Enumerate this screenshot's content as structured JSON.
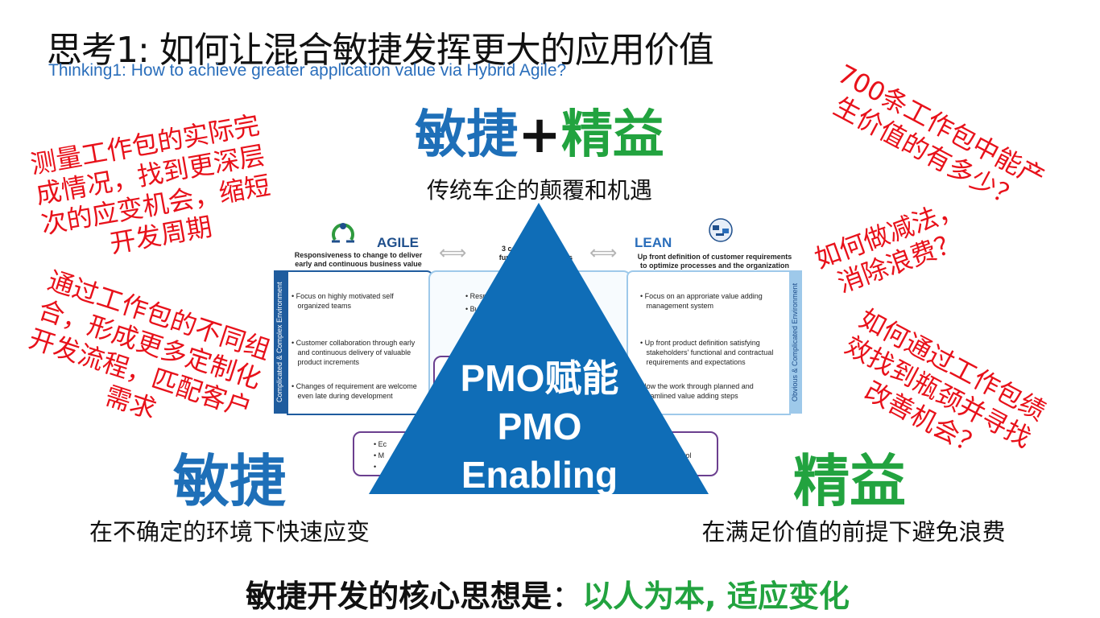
{
  "title": {
    "cn": "思考1: 如何让混合敏捷发挥更大的应用价值",
    "en": "Thinking1: How to achieve greater application value via Hybrid Agile?"
  },
  "top_center": {
    "agile": "敏捷",
    "plus": "+",
    "lean": "精益",
    "subtitle": "传统车企的颠覆和机遇"
  },
  "left_notes": {
    "note1": [
      "测量工作包的实际完",
      "成情况，找到更深层",
      "次的应变机会，缩短",
      "开发周期"
    ],
    "note2": [
      "通过工作包的不同组",
      "合，形成更多定制化",
      "开发流程，匹配客户",
      "需求"
    ]
  },
  "right_notes": {
    "note1": [
      "700条工作包中能产",
      "生价值的有多少？"
    ],
    "note2": [
      "如何做减法，",
      "消除浪费？"
    ],
    "note3": [
      "如何通过工作包绩",
      "效找到瓶颈并寻找",
      "改善机会？"
    ]
  },
  "diagram": {
    "agile_label": "AGILE",
    "lean_label": "LEAN",
    "agile_header": [
      "Responsiveness to change to deliver",
      "early and continuous business value"
    ],
    "center_header": [
      "3 co",
      "funda",
      "s"
    ],
    "lean_header": [
      "Up front definition of customer requirements",
      "to optimize processes and the organization"
    ],
    "left_side_label": "Complicated & Complex Environment",
    "right_side_label": "Obvious & Complicated Environment",
    "agile_bullets": [
      "• Focus on highly motivated self\n   organized teams",
      "• Customer collaboration through early\n   and continuous delivery of valuable\n   product increments",
      "• Changes of requirement are welcome\n   even late during development"
    ],
    "center_bullets": [
      "• Resp",
      "• Bu"
    ],
    "lean_bullets": [
      "• Focus on an approriate value adding\n   management system",
      "• Up front product definition satisfying\n   stakeholders' functional and contractual\n   requirements and expectations",
      "• low the work through planned and\n   eamlined value adding steps"
    ],
    "bottom_bullets": [
      "• Ec",
      "• M",
      "•"
    ],
    "bottom_right_text": "trol"
  },
  "triangle": {
    "line1": "PMO赋能",
    "line2": "PMO",
    "line3": "Enabling",
    "color": "#0f6db7"
  },
  "bottom_left": {
    "title": "敏捷",
    "subtitle": "在不确定的环境下快速应变"
  },
  "bottom_right": {
    "title": "精益",
    "subtitle": "在满足价值的前提下避免浪费"
  },
  "footer": {
    "lead": "敏捷开发的核心思想是",
    "colon": "：",
    "highlight": "以人为本, 适应变化"
  },
  "colors": {
    "red": "#e8111a",
    "blue": "#1e6fb8",
    "green": "#22a33f"
  }
}
